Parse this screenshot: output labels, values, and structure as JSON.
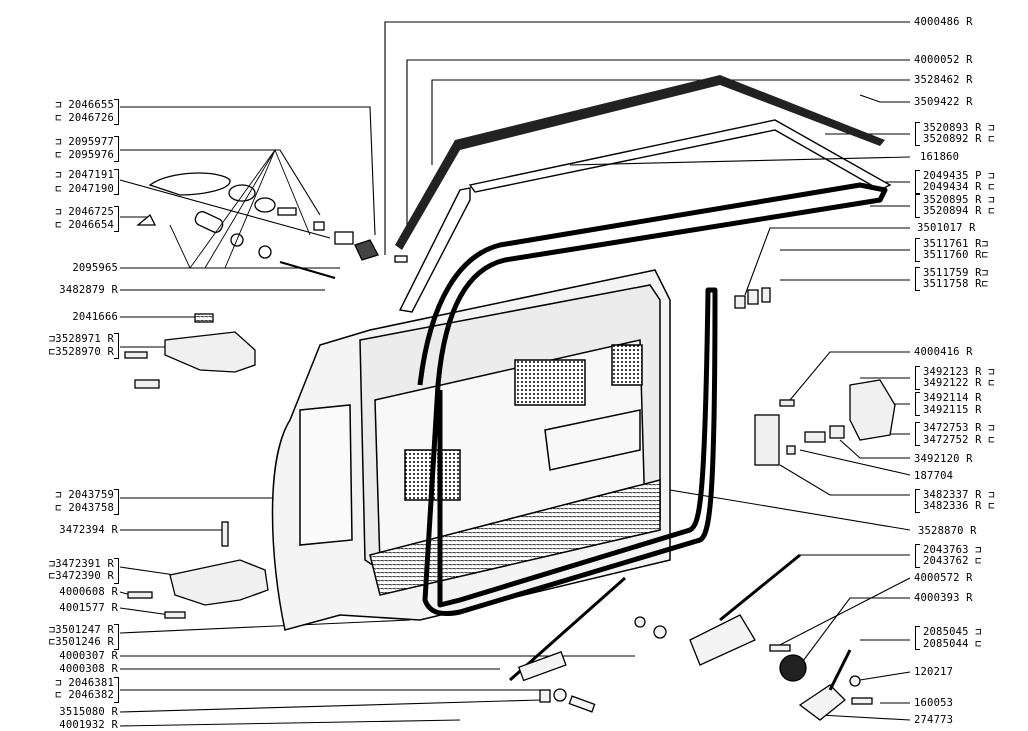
{
  "right_labels": [
    {
      "id": "r1",
      "text": "4000486  R"
    },
    {
      "id": "r2",
      "text": "4000052  R"
    },
    {
      "id": "r3",
      "text": "3528462  R"
    },
    {
      "id": "r4",
      "text": "3509422  R"
    },
    {
      "id": "r5a",
      "text": "3520893  R ⊐"
    },
    {
      "id": "r5b",
      "text": "3520892  R ⊏"
    },
    {
      "id": "r6",
      "text": "161860"
    },
    {
      "id": "r7a",
      "text": "2049435  P ⊐"
    },
    {
      "id": "r7b",
      "text": "2049434  R ⊏"
    },
    {
      "id": "r8a",
      "text": "3520895  R ⊐"
    },
    {
      "id": "r8b",
      "text": "3520894  R ⊏"
    },
    {
      "id": "r9",
      "text": "3501017  R"
    },
    {
      "id": "r10a",
      "text": "3511761  R⊐"
    },
    {
      "id": "r10b",
      "text": "3511760  R⊏"
    },
    {
      "id": "r11a",
      "text": "3511759  R⊐"
    },
    {
      "id": "r11b",
      "text": "3511758  R⊏"
    },
    {
      "id": "r12",
      "text": "4000416  R"
    },
    {
      "id": "r13a",
      "text": "3492123  R ⊐"
    },
    {
      "id": "r13b",
      "text": "3492122  R ⊏"
    },
    {
      "id": "r14a",
      "text": "3492114  R"
    },
    {
      "id": "r14b",
      "text": "3492115  R"
    },
    {
      "id": "r15a",
      "text": "3472753  R ⊐"
    },
    {
      "id": "r15b",
      "text": "3472752  R ⊏"
    },
    {
      "id": "r16",
      "text": "3492120  R"
    },
    {
      "id": "r17",
      "text": "187704"
    },
    {
      "id": "r18a",
      "text": "3482337  R ⊐"
    },
    {
      "id": "r18b",
      "text": "3482336  R ⊏"
    },
    {
      "id": "r19",
      "text": "3528870  R"
    },
    {
      "id": "r20a",
      "text": "2043763  ⊐"
    },
    {
      "id": "r20b",
      "text": "2043762  ⊏"
    },
    {
      "id": "r21",
      "text": "4000572  R"
    },
    {
      "id": "r22",
      "text": "4000393  R"
    },
    {
      "id": "r23a",
      "text": "2085045  ⊐"
    },
    {
      "id": "r23b",
      "text": "2085044  ⊏"
    },
    {
      "id": "r24",
      "text": "120217"
    },
    {
      "id": "r25",
      "text": "160053"
    },
    {
      "id": "r26",
      "text": "274773"
    }
  ],
  "left_labels": [
    {
      "id": "l1a",
      "text": "⊐ 2046655"
    },
    {
      "id": "l1b",
      "text": "⊏ 2046726"
    },
    {
      "id": "l2a",
      "text": "⊐ 2095977"
    },
    {
      "id": "l2b",
      "text": "⊏ 2095976"
    },
    {
      "id": "l3a",
      "text": "⊐ 2047191"
    },
    {
      "id": "l3b",
      "text": "⊏ 2047190"
    },
    {
      "id": "l4a",
      "text": "⊐ 2046725"
    },
    {
      "id": "l4b",
      "text": "⊏ 2046654"
    },
    {
      "id": "l5",
      "text": "2095965"
    },
    {
      "id": "l6",
      "text": "3482879  R"
    },
    {
      "id": "l7",
      "text": "2041666"
    },
    {
      "id": "l8a",
      "text": "⊐3528971  R"
    },
    {
      "id": "l8b",
      "text": "⊏3528970  R"
    },
    {
      "id": "l9a",
      "text": "⊐ 2043759"
    },
    {
      "id": "l9b",
      "text": "⊏ 2043758"
    },
    {
      "id": "l10",
      "text": "3472394  R"
    },
    {
      "id": "l11a",
      "text": "⊐3472391  R"
    },
    {
      "id": "l11b",
      "text": "⊏3472390  R"
    },
    {
      "id": "l12",
      "text": "4000608  R"
    },
    {
      "id": "l13",
      "text": "4001577  R"
    },
    {
      "id": "l14a",
      "text": "⊐3501247  R"
    },
    {
      "id": "l14b",
      "text": "⊏3501246  R"
    },
    {
      "id": "l15",
      "text": "4000307  R"
    },
    {
      "id": "l16",
      "text": "4000308  R"
    },
    {
      "id": "l17a",
      "text": "⊐ 2046381"
    },
    {
      "id": "l17b",
      "text": "⊏ 2046382"
    },
    {
      "id": "l18",
      "text": "3515080  R"
    },
    {
      "id": "l19",
      "text": "4001932  R"
    }
  ]
}
